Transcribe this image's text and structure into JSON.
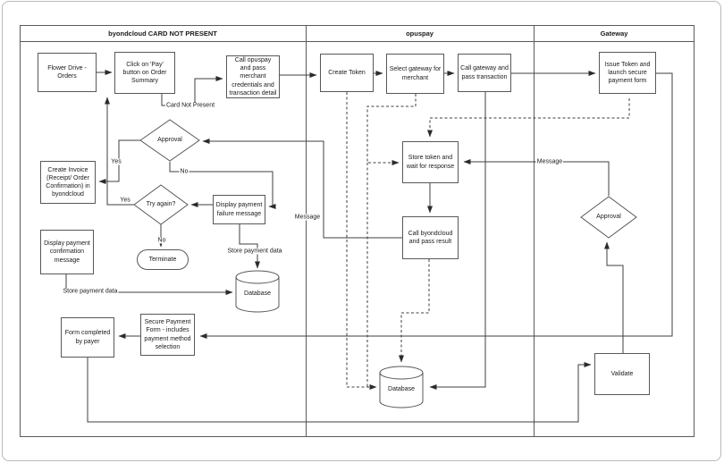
{
  "diagram_type": "swimlane-flowchart",
  "colors": {
    "background": "#ffffff",
    "line": "#3f3f3f",
    "node_border": "#585858",
    "node_fill": "#ffffff",
    "window_border": "#b9b9b9"
  },
  "lanes": [
    {
      "title": "byondcloud CARD NOT PRESENT"
    },
    {
      "title": "opuspay"
    },
    {
      "title": "Gateway"
    }
  ],
  "nodes": {
    "flower_drive": {
      "label": "Flower Drive - Orders",
      "type": "process"
    },
    "click_pay": {
      "label": "Click on 'Pay' button on Order Summary",
      "type": "process"
    },
    "call_opuspay": {
      "label": "Call opuspay and pass merchant credentials and transaction detail",
      "type": "process"
    },
    "approval_byondcloud": {
      "label": "Approval",
      "type": "decision"
    },
    "create_invoice": {
      "label": "Create Invoice (Receipt/ Order Confirmation) in byondcloud",
      "type": "process"
    },
    "display_confirmation": {
      "label": "Display payment confirmation message",
      "type": "process"
    },
    "try_again": {
      "label": "Try again?",
      "type": "decision"
    },
    "display_failure": {
      "label": "Display payment failure message",
      "type": "process"
    },
    "terminate": {
      "label": "Terminate",
      "type": "terminator"
    },
    "database_byondcloud": {
      "label": "Database",
      "type": "database"
    },
    "form_completed": {
      "label": "Form completed by payer",
      "type": "process"
    },
    "secure_payment_form": {
      "label": "Secure Payment Form - includes payment method selection",
      "type": "process"
    },
    "create_token": {
      "label": "Create Token",
      "type": "process"
    },
    "select_gateway": {
      "label": "Select gateway for merchant",
      "type": "process"
    },
    "call_gateway": {
      "label": "Call gateway and pass transaction",
      "type": "process"
    },
    "store_token": {
      "label": "Store token and wait for response",
      "type": "process"
    },
    "call_byondcloud": {
      "label": "Call byondcloud and pass result",
      "type": "process"
    },
    "database_opuspay": {
      "label": "Database",
      "type": "database"
    },
    "issue_token": {
      "label": "Issue Token and launch secure payment form",
      "type": "process"
    },
    "approval_gateway": {
      "label": "Approval",
      "type": "decision"
    },
    "validate": {
      "label": "Validate",
      "type": "process"
    }
  },
  "edge_labels": {
    "card_not_present": "Card Not Present",
    "approval_yes": "Yes",
    "approval_no": "No",
    "try_again_yes": "Yes",
    "try_again_no": "No",
    "store_payment_data_left": "Store payment data",
    "store_payment_data_mid": "Store payment data",
    "message_opuspay": "Message",
    "message_gateway": "Message"
  }
}
